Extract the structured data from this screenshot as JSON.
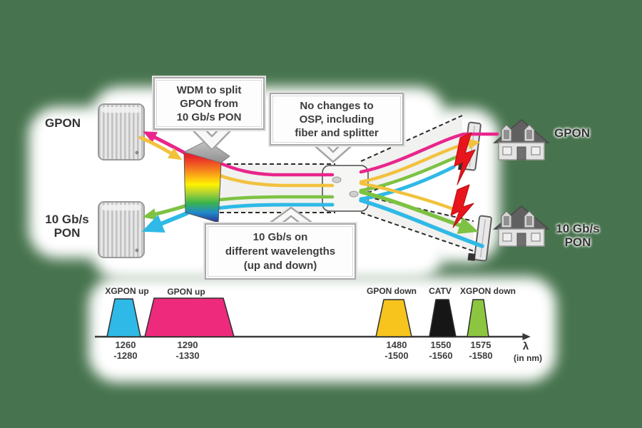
{
  "colors": {
    "background": "#47744e",
    "magenta": "#e9258c",
    "yellow": "#f2c23e",
    "green": "#7dc242",
    "cyan": "#2fb9e6",
    "red_block": "#e8151c"
  },
  "olt": {
    "gpon_label": "GPON",
    "xg_label_line1": "10 Gb/s",
    "xg_label_line2": "PON"
  },
  "homes": {
    "gpon_label": "GPON",
    "xg_label_line1": "10 Gb/s",
    "xg_label_line2": "PON"
  },
  "callouts": {
    "wdm": {
      "line1": "WDM to split",
      "line2": "GPON from",
      "line3": "10 Gb/s PON"
    },
    "osp": {
      "line1": "No changes to",
      "line2": "OSP, including",
      "line3": "fiber and splitter"
    },
    "tengig": {
      "line1": "10 Gb/s on",
      "line2": "different wavelengths",
      "line3": "(up and down)"
    }
  },
  "chart_data": {
    "type": "area",
    "xlabel": "λ (in nm)",
    "axis_symbol": "λ",
    "axis_unit": "(in nm)",
    "xlim": [
      1240,
      1620
    ],
    "bands": [
      {
        "name": "XGPON up",
        "from": 1260,
        "to": 1280,
        "label_top": "1260",
        "label_bottom": "-1280",
        "color": "#2fb9e6"
      },
      {
        "name": "GPON up",
        "from": 1290,
        "to": 1330,
        "label_top": "1290",
        "label_bottom": "-1330",
        "color": "#ee2a7c"
      },
      {
        "name": "GPON down",
        "from": 1480,
        "to": 1500,
        "label_top": "1480",
        "label_bottom": "-1500",
        "color": "#f6c41d"
      },
      {
        "name": "CATV",
        "from": 1550,
        "to": 1560,
        "label_top": "1550",
        "label_bottom": "-1560",
        "color": "#161616"
      },
      {
        "name": "XGPON down",
        "from": 1575,
        "to": 1580,
        "label_top": "1575",
        "label_bottom": "-1580",
        "color": "#8cc640"
      }
    ]
  }
}
